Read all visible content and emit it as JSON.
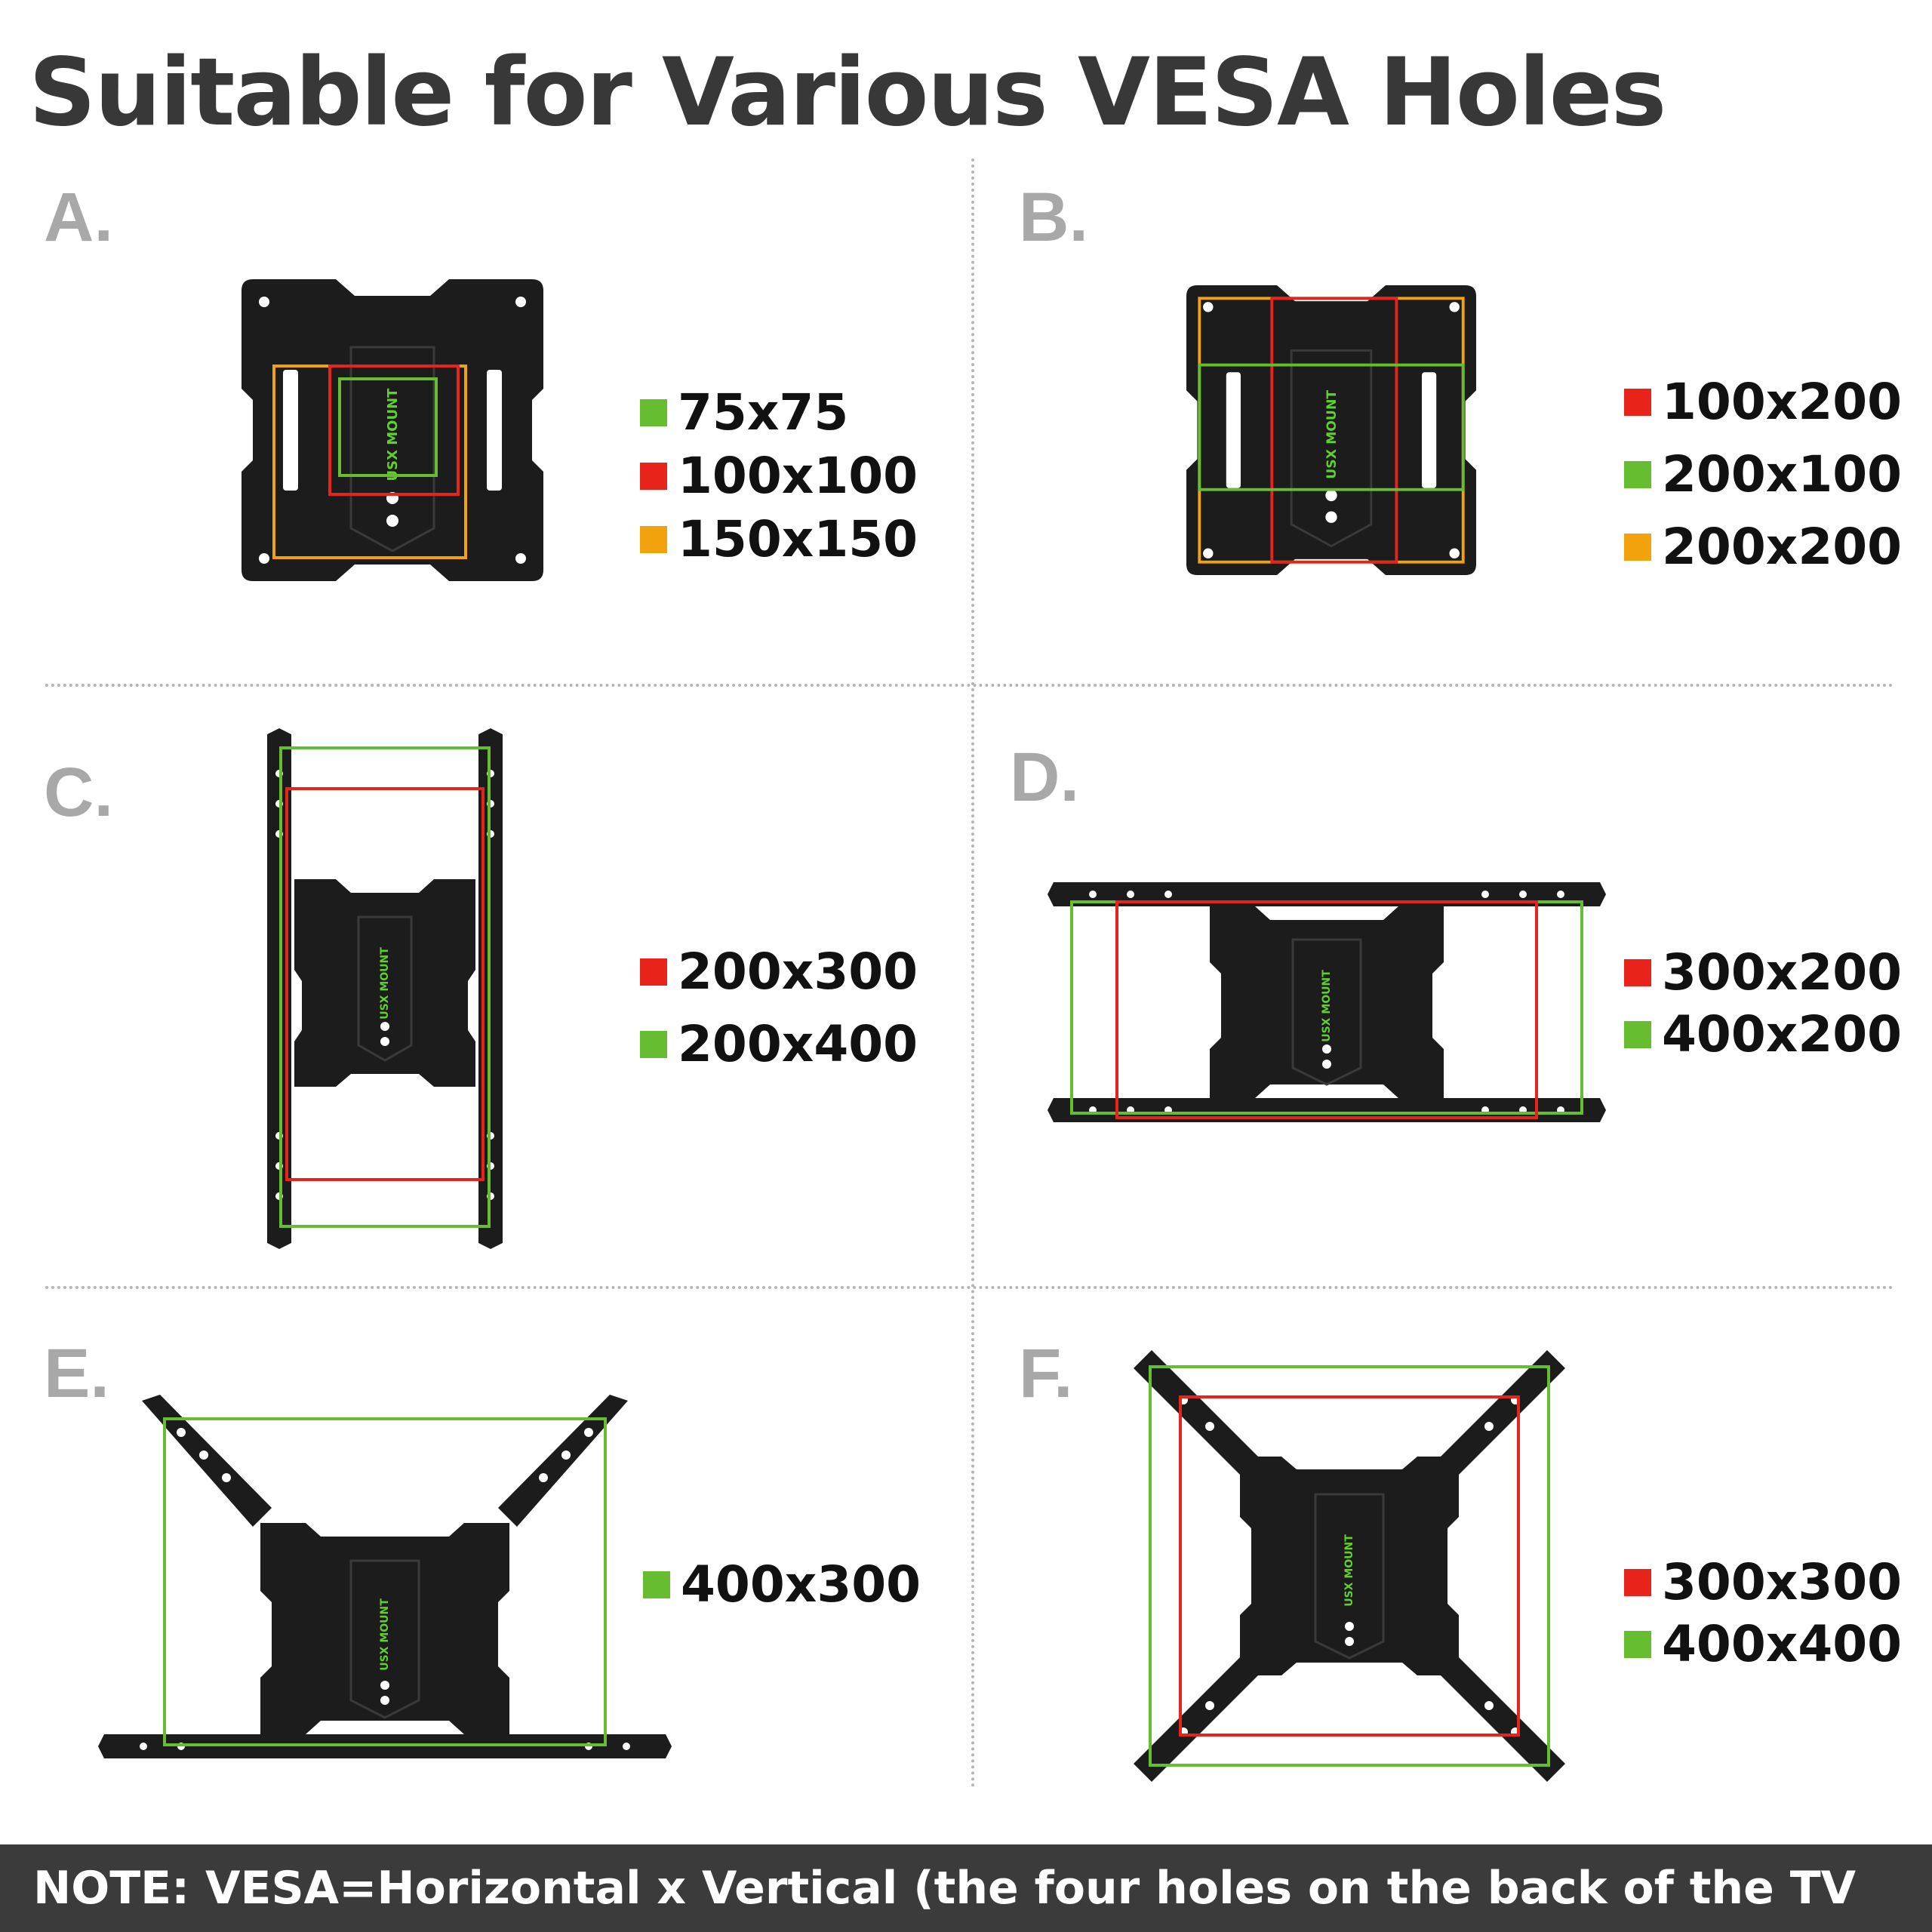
{
  "title": "Suitable for Various VESA Holes",
  "colors": {
    "green": "#66bd2f",
    "red": "#e8231a",
    "orange": "#f2a20c",
    "letter": "#a8a8a8",
    "note_bg": "#3b3b3b"
  },
  "logo_text": "USX MOUNT",
  "sections": [
    {
      "letter": "A.",
      "layout": "plate",
      "items": [
        {
          "label": "75x75",
          "color": "#66bd2f"
        },
        {
          "label": "100x100",
          "color": "#e8231a"
        },
        {
          "label": "150x150",
          "color": "#f2a20c"
        }
      ]
    },
    {
      "letter": "B.",
      "layout": "plate",
      "items": [
        {
          "label": "100x200",
          "color": "#e8231a"
        },
        {
          "label": "200x100",
          "color": "#66bd2f"
        },
        {
          "label": "200x200",
          "color": "#f2a20c"
        }
      ]
    },
    {
      "letter": "C.",
      "layout": "vertical",
      "items": [
        {
          "label": "200x300",
          "color": "#e8231a"
        },
        {
          "label": "200x400",
          "color": "#66bd2f"
        }
      ]
    },
    {
      "letter": "D.",
      "layout": "horizontal",
      "items": [
        {
          "label": "300x200",
          "color": "#e8231a"
        },
        {
          "label": "400x200",
          "color": "#66bd2f"
        }
      ]
    },
    {
      "letter": "E.",
      "layout": "v-shape",
      "items": [
        {
          "label": "400x300",
          "color": "#66bd2f"
        }
      ]
    },
    {
      "letter": "F.",
      "layout": "x-shape",
      "items": [
        {
          "label": "300x300",
          "color": "#e8231a"
        },
        {
          "label": "400x400",
          "color": "#66bd2f"
        }
      ]
    }
  ],
  "note": "NOTE: VESA=Horizontal x Vertical (the four holes on the back of the TV"
}
